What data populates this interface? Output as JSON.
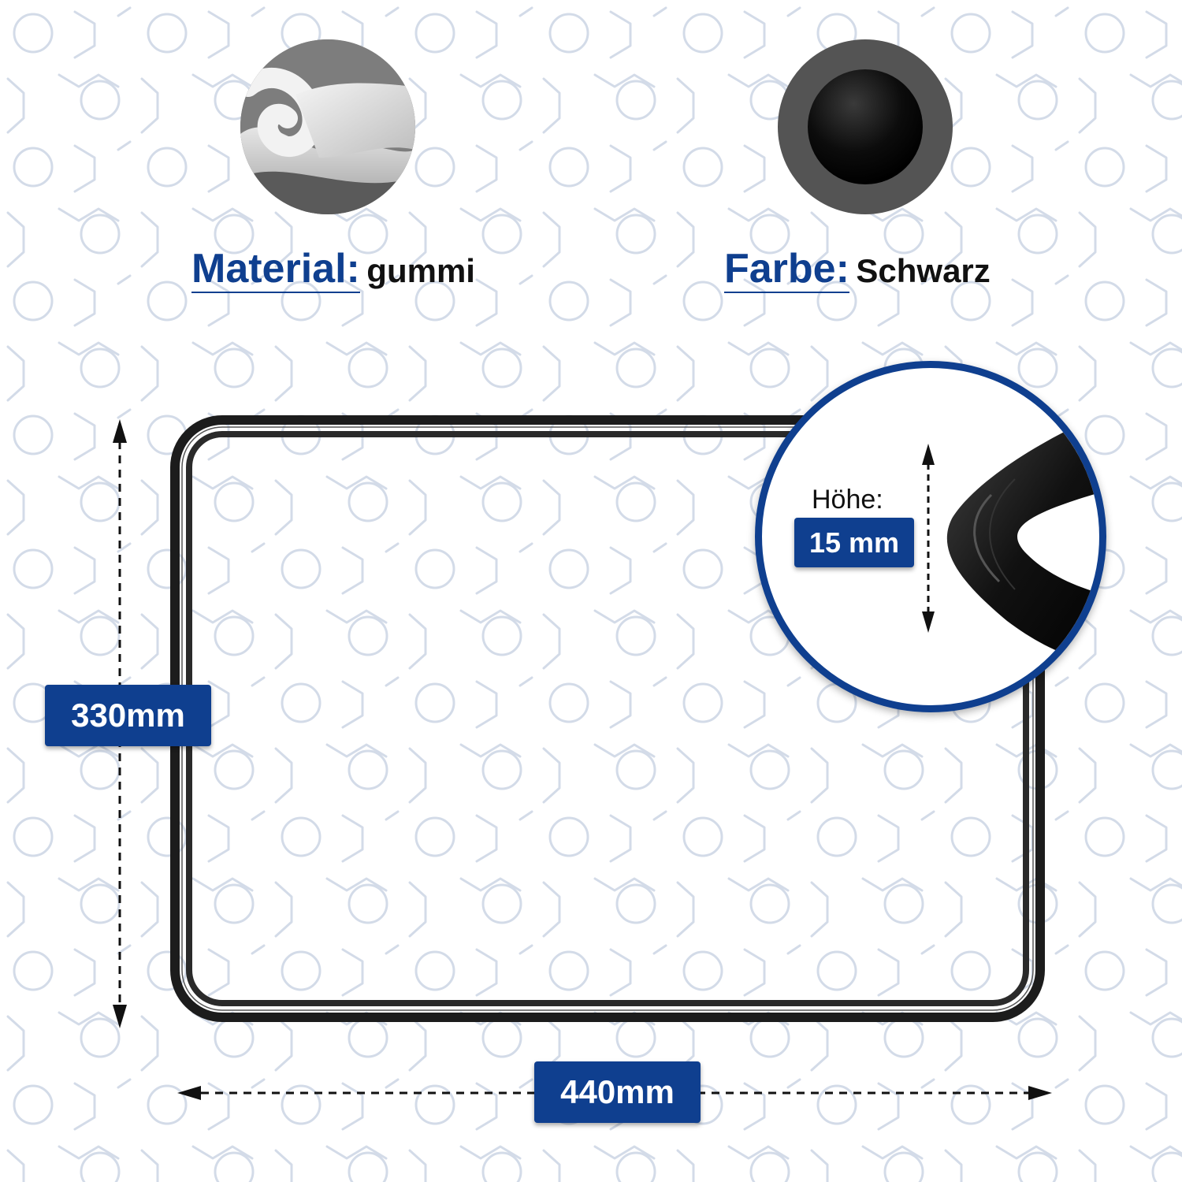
{
  "material": {
    "label": "Material:",
    "value": "gummi",
    "image": "rubber-sheet-icon"
  },
  "color": {
    "label": "Farbe:",
    "value": "Schwarz",
    "image": "black-dot-icon"
  },
  "dimensions": {
    "height": "330mm",
    "width": "440mm"
  },
  "detail": {
    "label": "Höhe:",
    "value": "15 mm"
  },
  "colors": {
    "brand": "#0f3f8f",
    "gasket": "#1c1c1c",
    "pattern": "#c9d3e4"
  }
}
